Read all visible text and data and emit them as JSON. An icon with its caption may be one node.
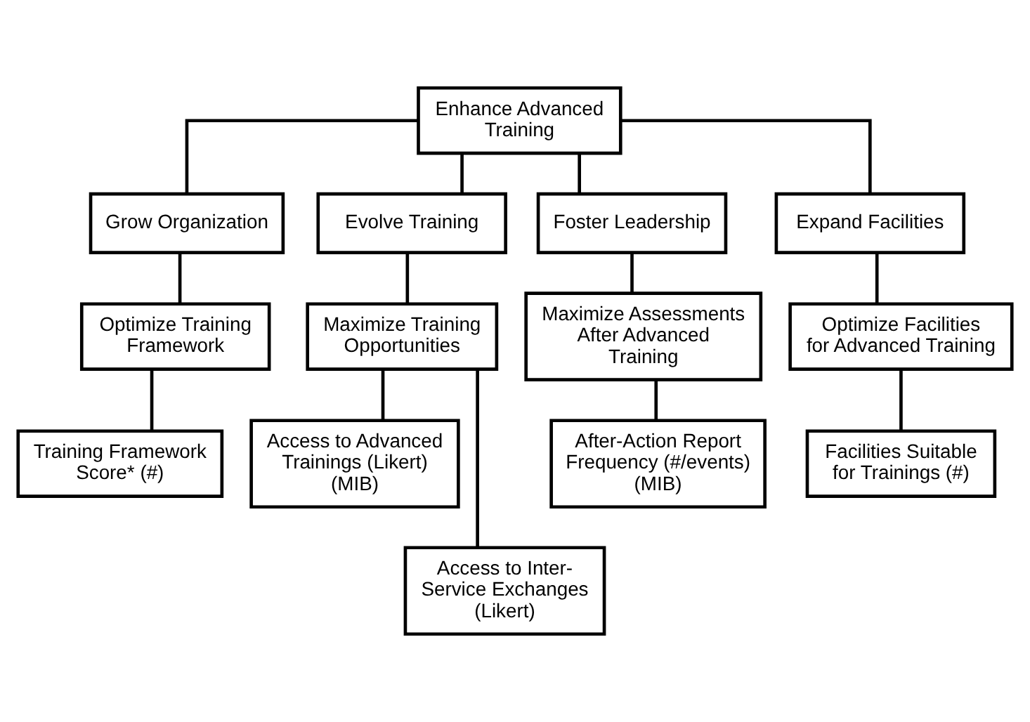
{
  "diagram": {
    "nodes": [
      {
        "text": [
          "Enhance Advanced Training"
        ]
      },
      {
        "text": [
          "Grow Organization"
        ]
      },
      {
        "text": [
          "Evolve Training"
        ]
      },
      {
        "text": [
          "Foster Leadership"
        ]
      },
      {
        "text": [
          "Expand Facilities"
        ]
      },
      {
        "text": [
          "Optimize Training Framework"
        ]
      },
      {
        "text": [
          "Maximize Training Opportunities"
        ]
      },
      {
        "text": [
          "Maximize Assessments After Advanced Training"
        ]
      },
      {
        "text": [
          "Optimize Facilities for Advanced Training"
        ]
      },
      {
        "text": [
          "Training Framework Score* (#)"
        ]
      },
      {
        "text": [
          "Access to Advanced Trainings (Likert) (MIB)"
        ]
      },
      {
        "text": [
          "Access to Inter-Service Exchanges (Likert)"
        ]
      },
      {
        "text": [
          "After-Action Report Frequency (#/events) (MIB)"
        ]
      },
      {
        "text": [
          "Facilities Suitable for Trainings (#)"
        ]
      }
    ],
    "edges": [
      {
        "from": 0,
        "to": 1,
        "arrow": "none"
      },
      {
        "from": 0,
        "to": 2,
        "arrow": "none"
      },
      {
        "from": 0,
        "to": 3,
        "arrow": "none"
      },
      {
        "from": 0,
        "to": 4,
        "arrow": "none"
      },
      {
        "from": 1,
        "to": 5,
        "arrow": "none"
      },
      {
        "from": 2,
        "to": 6,
        "arrow": "none"
      },
      {
        "from": 3,
        "to": 7,
        "arrow": "none"
      },
      {
        "from": 4,
        "to": 8,
        "arrow": "none"
      },
      {
        "from": 5,
        "to": 9,
        "arrow": "none"
      },
      {
        "from": 6,
        "to": 10,
        "arrow": "none"
      },
      {
        "from": 6,
        "to": 11,
        "arrow": "none"
      },
      {
        "from": 7,
        "to": 12,
        "arrow": "none"
      },
      {
        "from": 8,
        "to": 13,
        "arrow": "none"
      }
    ]
  }
}
